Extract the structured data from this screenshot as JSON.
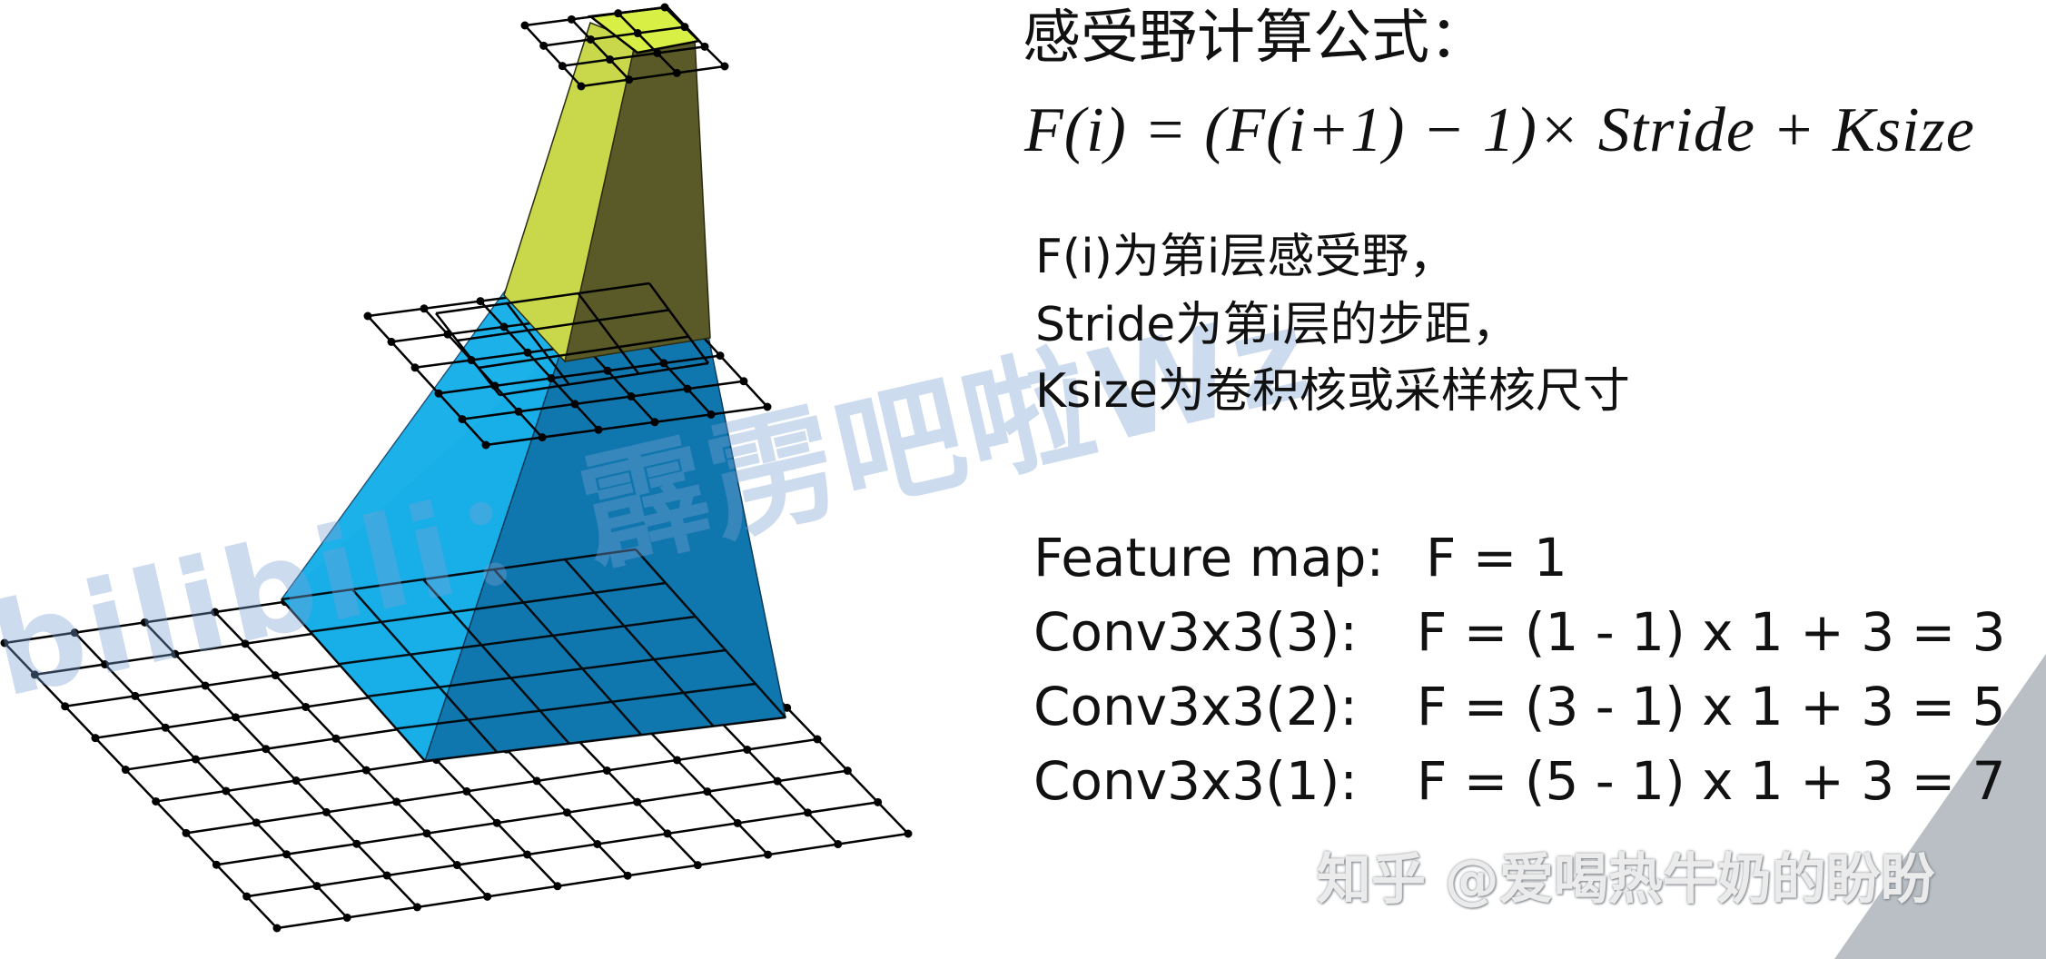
{
  "header": {
    "title": "感受野计算公式：",
    "formula": "F(i) = (F(i+1) − 1)× Stride + Ksize"
  },
  "description": {
    "lines": [
      "F(i)为第i层感受野，",
      "Stride为第i层的步距，",
      "Ksize为卷积核或采样核尺寸"
    ]
  },
  "calculation": {
    "rows": [
      {
        "label": "Feature map:",
        "expr": "F = 1"
      },
      {
        "label": "Conv3x3(3):",
        "expr": "F = (1 - 1) x 1 + 3 = 3"
      },
      {
        "label": "Conv3x3(2):",
        "expr": "F = (3 - 1) x 1 + 3 = 5"
      },
      {
        "label": "Conv3x3(1):",
        "expr": "F = (5 - 1) x 1 + 3 = 7"
      }
    ]
  },
  "watermarks": {
    "left": "bilibili：霹雳吧啦Wz",
    "right": "知乎 @爱喝热牛奶的盼盼"
  },
  "diagram": {
    "grids": [
      {
        "name": "input-grid",
        "size": 7
      },
      {
        "name": "layer1-grid",
        "size": 5
      },
      {
        "name": "layer2-grid",
        "size": 3
      },
      {
        "name": "top-grid",
        "size": 1
      }
    ],
    "colors": {
      "green_light": "#c8d84a",
      "green_dark": "#5a5a28",
      "blue_light": "#18aee8",
      "blue_dark": "#0f76ae",
      "grid_line": "#000000",
      "corner_gray": "#b9bfc4"
    }
  }
}
